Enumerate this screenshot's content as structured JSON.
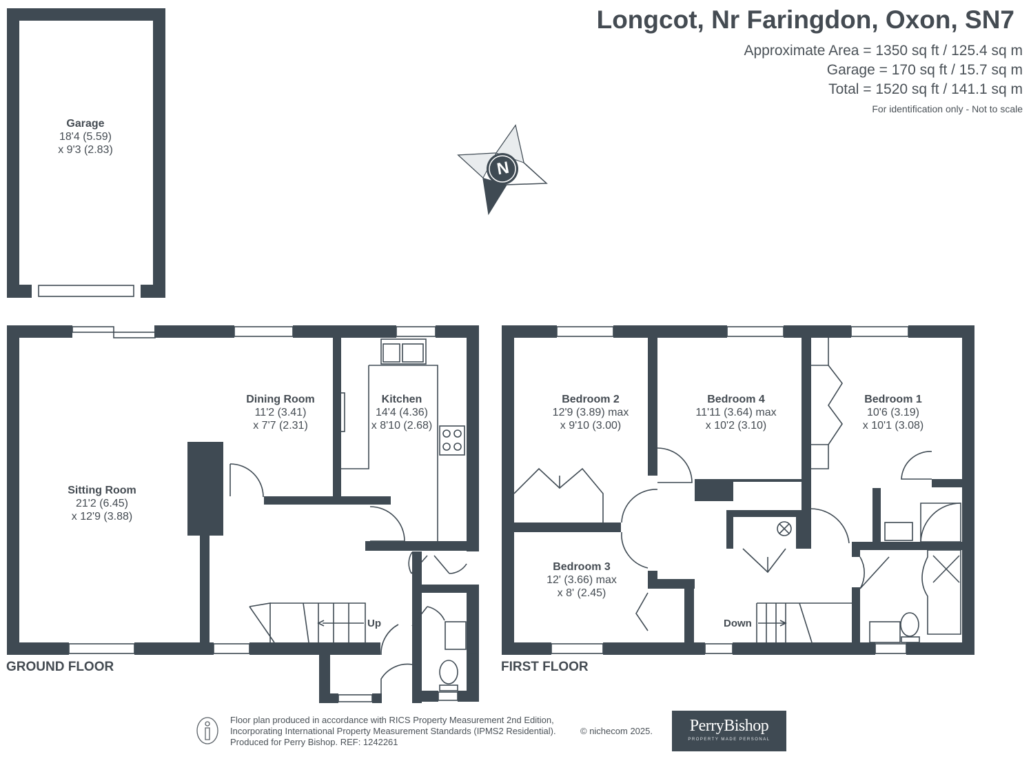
{
  "header": {
    "title": "Longcot, Nr Faringdon, Oxon, SN7",
    "area_lines": [
      "Approximate Area = 1350 sq ft / 125.4 sq m",
      "Garage = 170 sq ft / 15.7 sq m",
      "Total = 1520 sq ft / 141.1 sq m"
    ],
    "disclaimer": "For identification only - Not to scale"
  },
  "compass": {
    "letter": "N"
  },
  "rooms": {
    "garage": {
      "name": "Garage",
      "dim1": "18'4 (5.59)",
      "dim2": "x 9'3 (2.83)"
    },
    "sitting": {
      "name": "Sitting Room",
      "dim1": "21'2 (6.45)",
      "dim2": "x 12'9 (3.88)"
    },
    "dining": {
      "name": "Dining Room",
      "dim1": "11'2 (3.41)",
      "dim2": "x 7'7 (2.31)"
    },
    "kitchen": {
      "name": "Kitchen",
      "dim1": "14'4 (4.36)",
      "dim2": "x 8'10 (2.68)"
    },
    "bed2": {
      "name": "Bedroom 2",
      "dim1": "12'9 (3.89) max",
      "dim2": "x 9'10 (3.00)"
    },
    "bed4": {
      "name": "Bedroom 4",
      "dim1": "11'11 (3.64) max",
      "dim2": "x 10'2 (3.10)"
    },
    "bed1": {
      "name": "Bedroom 1",
      "dim1": "10'6 (3.19)",
      "dim2": "x 10'1 (3.08)"
    },
    "bed3": {
      "name": "Bedroom 3",
      "dim1": "12' (3.66) max",
      "dim2": "x 8' (2.45)"
    }
  },
  "labels": {
    "ground_floor": "GROUND FLOOR",
    "first_floor": "FIRST FLOOR",
    "up": "Up",
    "down": "Down"
  },
  "footer": {
    "line1": "Floor plan produced in accordance with RICS Property Measurement 2nd Edition,",
    "line2": "Incorporating International Property Measurement Standards (IPMS2 Residential).",
    "line3": "Produced for Perry Bishop.   REF: 1242261",
    "copyright": "© nichecom 2025."
  },
  "logo": {
    "name": "PerryBishop",
    "tagline": "PROPERTY MADE PERSONAL"
  },
  "colors": {
    "wall": "#3f4a53",
    "text": "#444b52"
  }
}
